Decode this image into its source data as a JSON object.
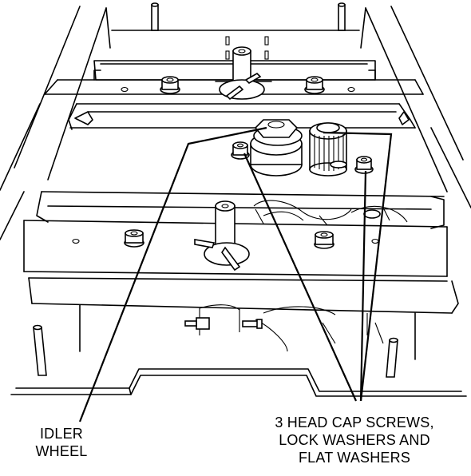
{
  "labels": {
    "idler_wheel": [
      "IDLER",
      "WHEEL"
    ],
    "screws": [
      "3 HEAD CAP SCREWS,",
      "LOCK WASHERS AND",
      "FLAT WASHERS"
    ]
  },
  "colors": {
    "line": "#000000",
    "background": "#ffffff"
  }
}
